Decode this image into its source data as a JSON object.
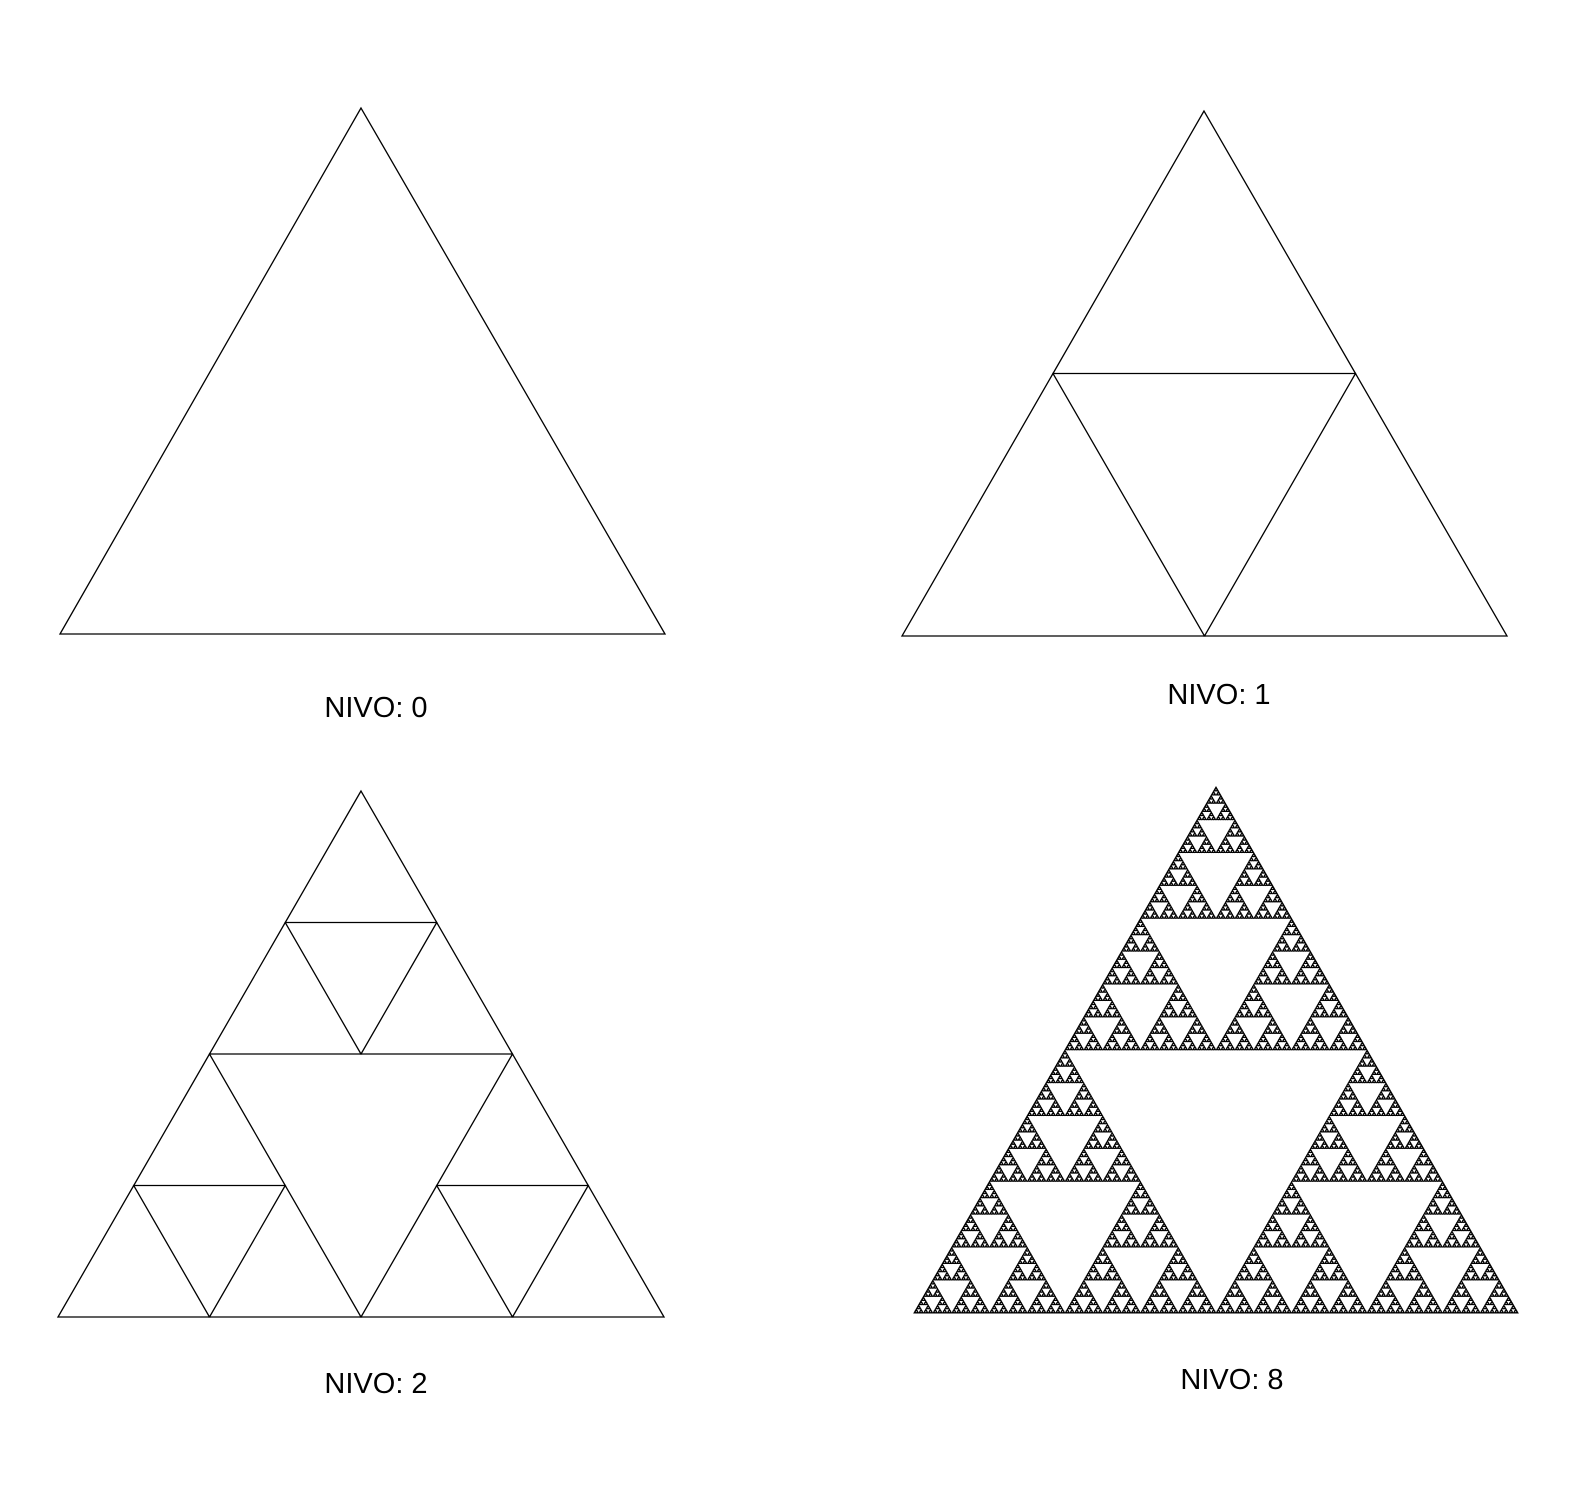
{
  "panels": [
    {
      "caption": "NIVO: 0",
      "level": 0
    },
    {
      "caption": "NIVO: 1",
      "level": 1
    },
    {
      "caption": "NIVO: 2",
      "level": 2
    },
    {
      "caption": "NIVO: 8",
      "level": 8
    }
  ],
  "colors": {
    "background": "#ffffff",
    "line": "#000000"
  }
}
